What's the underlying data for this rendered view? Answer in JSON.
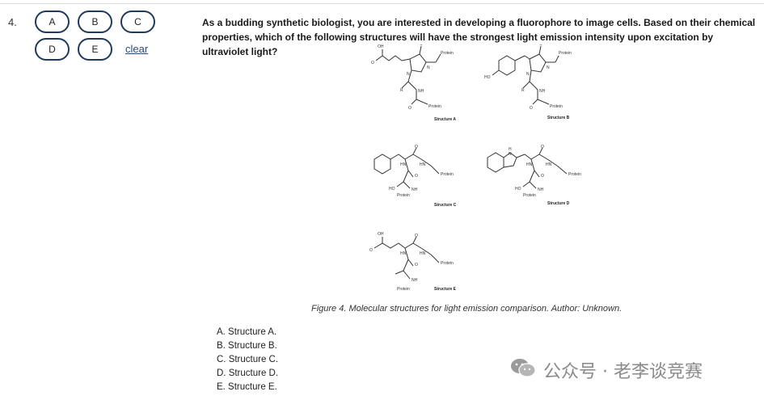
{
  "question": {
    "number": "4.",
    "text": "As a budding synthetic biologist, you are interested in developing a fluorophore to image cells. Based on their chemical properties, which of the following structures will have the strongest light emission intensity upon excitation by ultraviolet light?"
  },
  "choices": [
    "A",
    "B",
    "C",
    "D",
    "E"
  ],
  "clear_label": "clear",
  "figure": {
    "caption": "Figure 4. Molecular structures for light emission comparison. Author: Unknown.",
    "structure_labels": [
      "Structure A",
      "Structure B",
      "Structure C",
      "Structure D",
      "Structure E"
    ],
    "atom_labels": {
      "oh": "OH",
      "o": "O",
      "n": "N",
      "nh": "NH",
      "hn": "HN",
      "ho": "HO",
      "h": "H",
      "r": "R",
      "protein": "Protein"
    }
  },
  "options": [
    "A. Structure A.",
    "B. Structure B.",
    "C. Structure C.",
    "D. Structure D.",
    "E. Structure E."
  ],
  "watermark": {
    "text": "公众号 · 老李谈竞赛",
    "icon": "wechat-icon"
  }
}
